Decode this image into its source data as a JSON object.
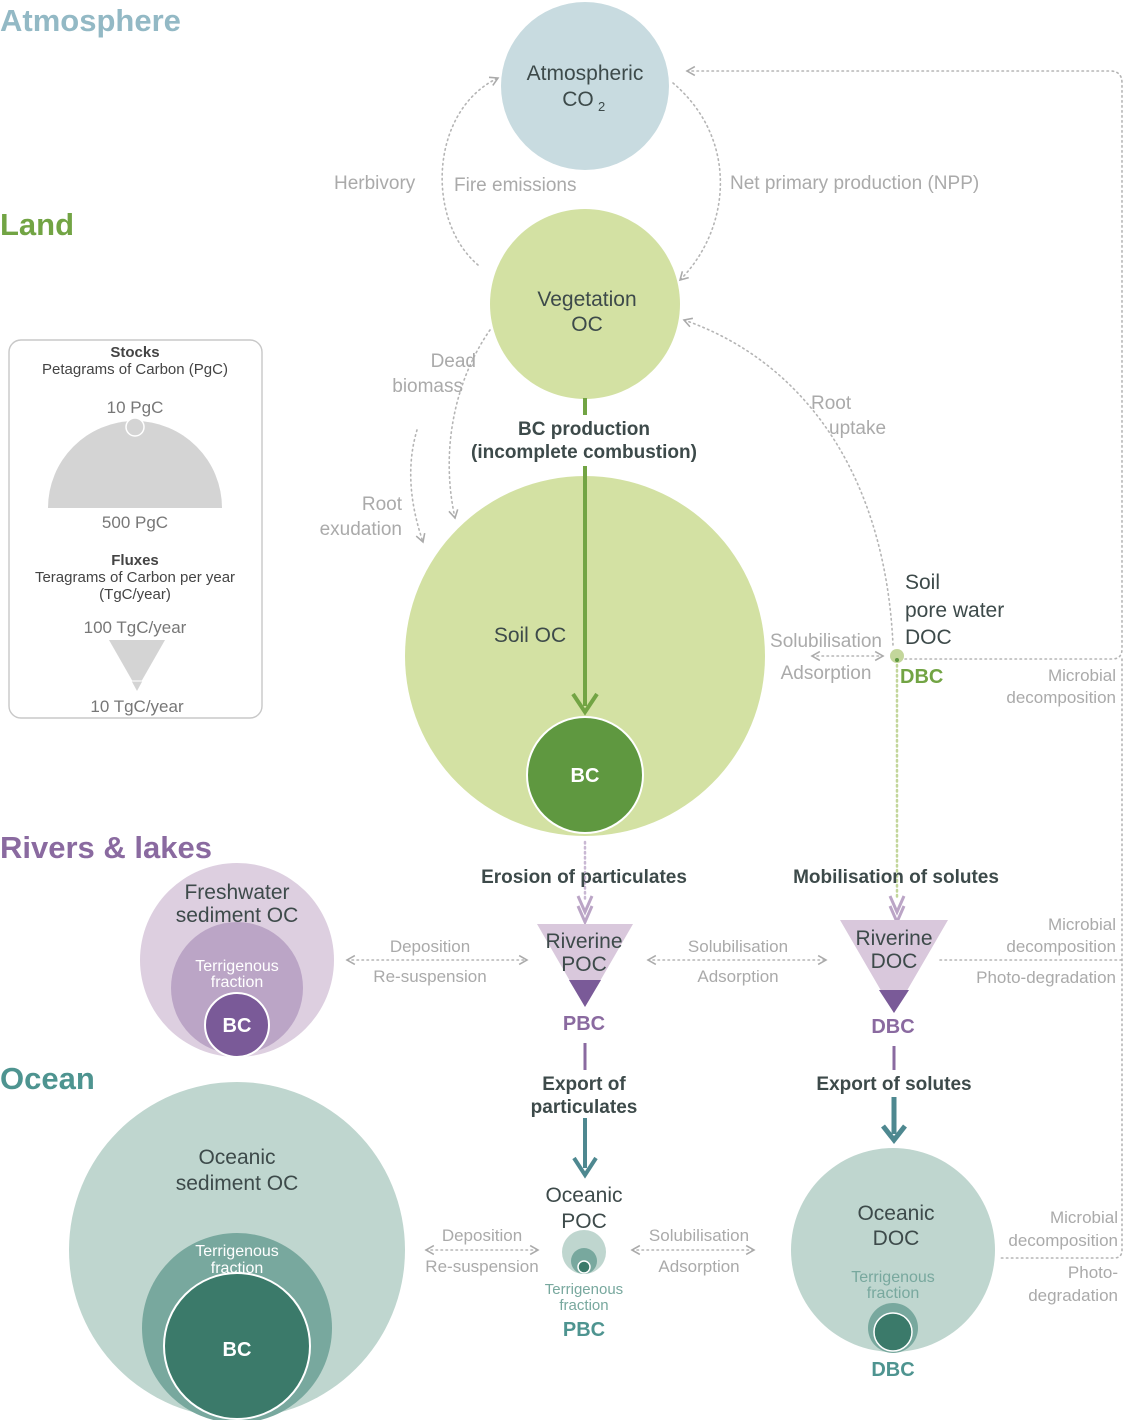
{
  "sections": {
    "atmosphere": "Atmosphere",
    "land": "Land",
    "rivers": "Rivers & lakes",
    "ocean": "Ocean"
  },
  "nodes": {
    "atm_co2_line1": "Atmospheric",
    "atm_co2_line2": "CO",
    "atm_co2_sub": "2",
    "vegetation_line1": "Vegetation",
    "vegetation_line2": "OC",
    "soil_oc": "Soil OC",
    "soil_bc": "BC",
    "pore_line1": "Soil",
    "pore_line2": "pore water",
    "pore_line3": "DOC",
    "pore_dbc": "DBC",
    "fw_line1": "Freshwater",
    "fw_line2": "sediment OC",
    "fw_terr1": "Terrigenous",
    "fw_terr2": "fraction",
    "fw_bc": "BC",
    "riv_poc1": "Riverine",
    "riv_poc2": "POC",
    "riv_pbc": "PBC",
    "riv_doc1": "Riverine",
    "riv_doc2": "DOC",
    "riv_dbc": "DBC",
    "oc_sed1": "Oceanic",
    "oc_sed2": "sediment OC",
    "oc_terr1": "Terrigenous",
    "oc_terr2": "fraction",
    "oc_bc": "BC",
    "oc_poc1": "Oceanic",
    "oc_poc2": "POC",
    "oc_poc_terr1": "Terrigenous",
    "oc_poc_terr2": "fraction",
    "oc_pbc": "PBC",
    "oc_doc1": "Oceanic",
    "oc_doc2": "DOC",
    "oc_doc_terr1": "Terrigenous",
    "oc_doc_terr2": "fraction",
    "oc_dbc": "DBC"
  },
  "processes": {
    "herbivory": "Herbivory",
    "fire": "Fire emissions",
    "npp": "Net primary production (NPP)",
    "dead1": "Dead",
    "dead2": "biomass",
    "root_uptake1": "Root",
    "root_uptake2": "uptake",
    "root_exud1": "Root",
    "root_exud2": "exudation",
    "bc_prod1": "BC production",
    "bc_prod2": "(incomplete combustion)",
    "solub_land": "Solubilisation",
    "adsorp_land": "Adsorption",
    "microbial_land1": "Microbial",
    "microbial_land2": "decomposition",
    "erosion": "Erosion of particulates",
    "mobilisation": "Mobilisation of solutes",
    "deposition_r": "Deposition",
    "resusp_r": "Re-suspension",
    "solub_r": "Solubilisation",
    "adsorp_r": "Adsorption",
    "microbial_r1": "Microbial",
    "microbial_r2": "decomposition",
    "photo_r": "Photo-degradation",
    "export_part1": "Export of",
    "export_part2": "particulates",
    "export_sol": "Export of solutes",
    "deposition_o": "Deposition",
    "resusp_o": "Re-suspension",
    "solub_o": "Solubilisation",
    "adsorp_o": "Adsorption",
    "microbial_o1": "Microbial",
    "microbial_o2": "decomposition",
    "photo_o1": "Photo-",
    "photo_o2": "degradation"
  },
  "legend": {
    "stocks_title": "Stocks",
    "stocks_unit": "Petagrams of Carbon (PgC)",
    "stock_small": "10 PgC",
    "stock_large": "500 PgC",
    "fluxes_title": "Fluxes",
    "fluxes_unit1": "Teragrams of Carbon per year",
    "fluxes_unit2": "(TgC/year)",
    "flux_large": "100 TgC/year",
    "flux_small": "10 TgC/year"
  },
  "colors": {
    "atmosphere": "#93b9c5",
    "atmosphere_fill": "#c8dbe0",
    "land": "#72a444",
    "land_light": "#d3e1a3",
    "land_dark": "#5f9840",
    "rivers": "#8a6aa0",
    "rivers_light": "#ddcfe0",
    "rivers_mid": "#bba5c6",
    "rivers_dark": "#7a5a98",
    "ocean": "#4e9490",
    "ocean_light": "#bfd6cf",
    "ocean_mid": "#78a89e",
    "ocean_dark": "#3b7a6a",
    "arrow_gray": "#b5b5b5"
  }
}
